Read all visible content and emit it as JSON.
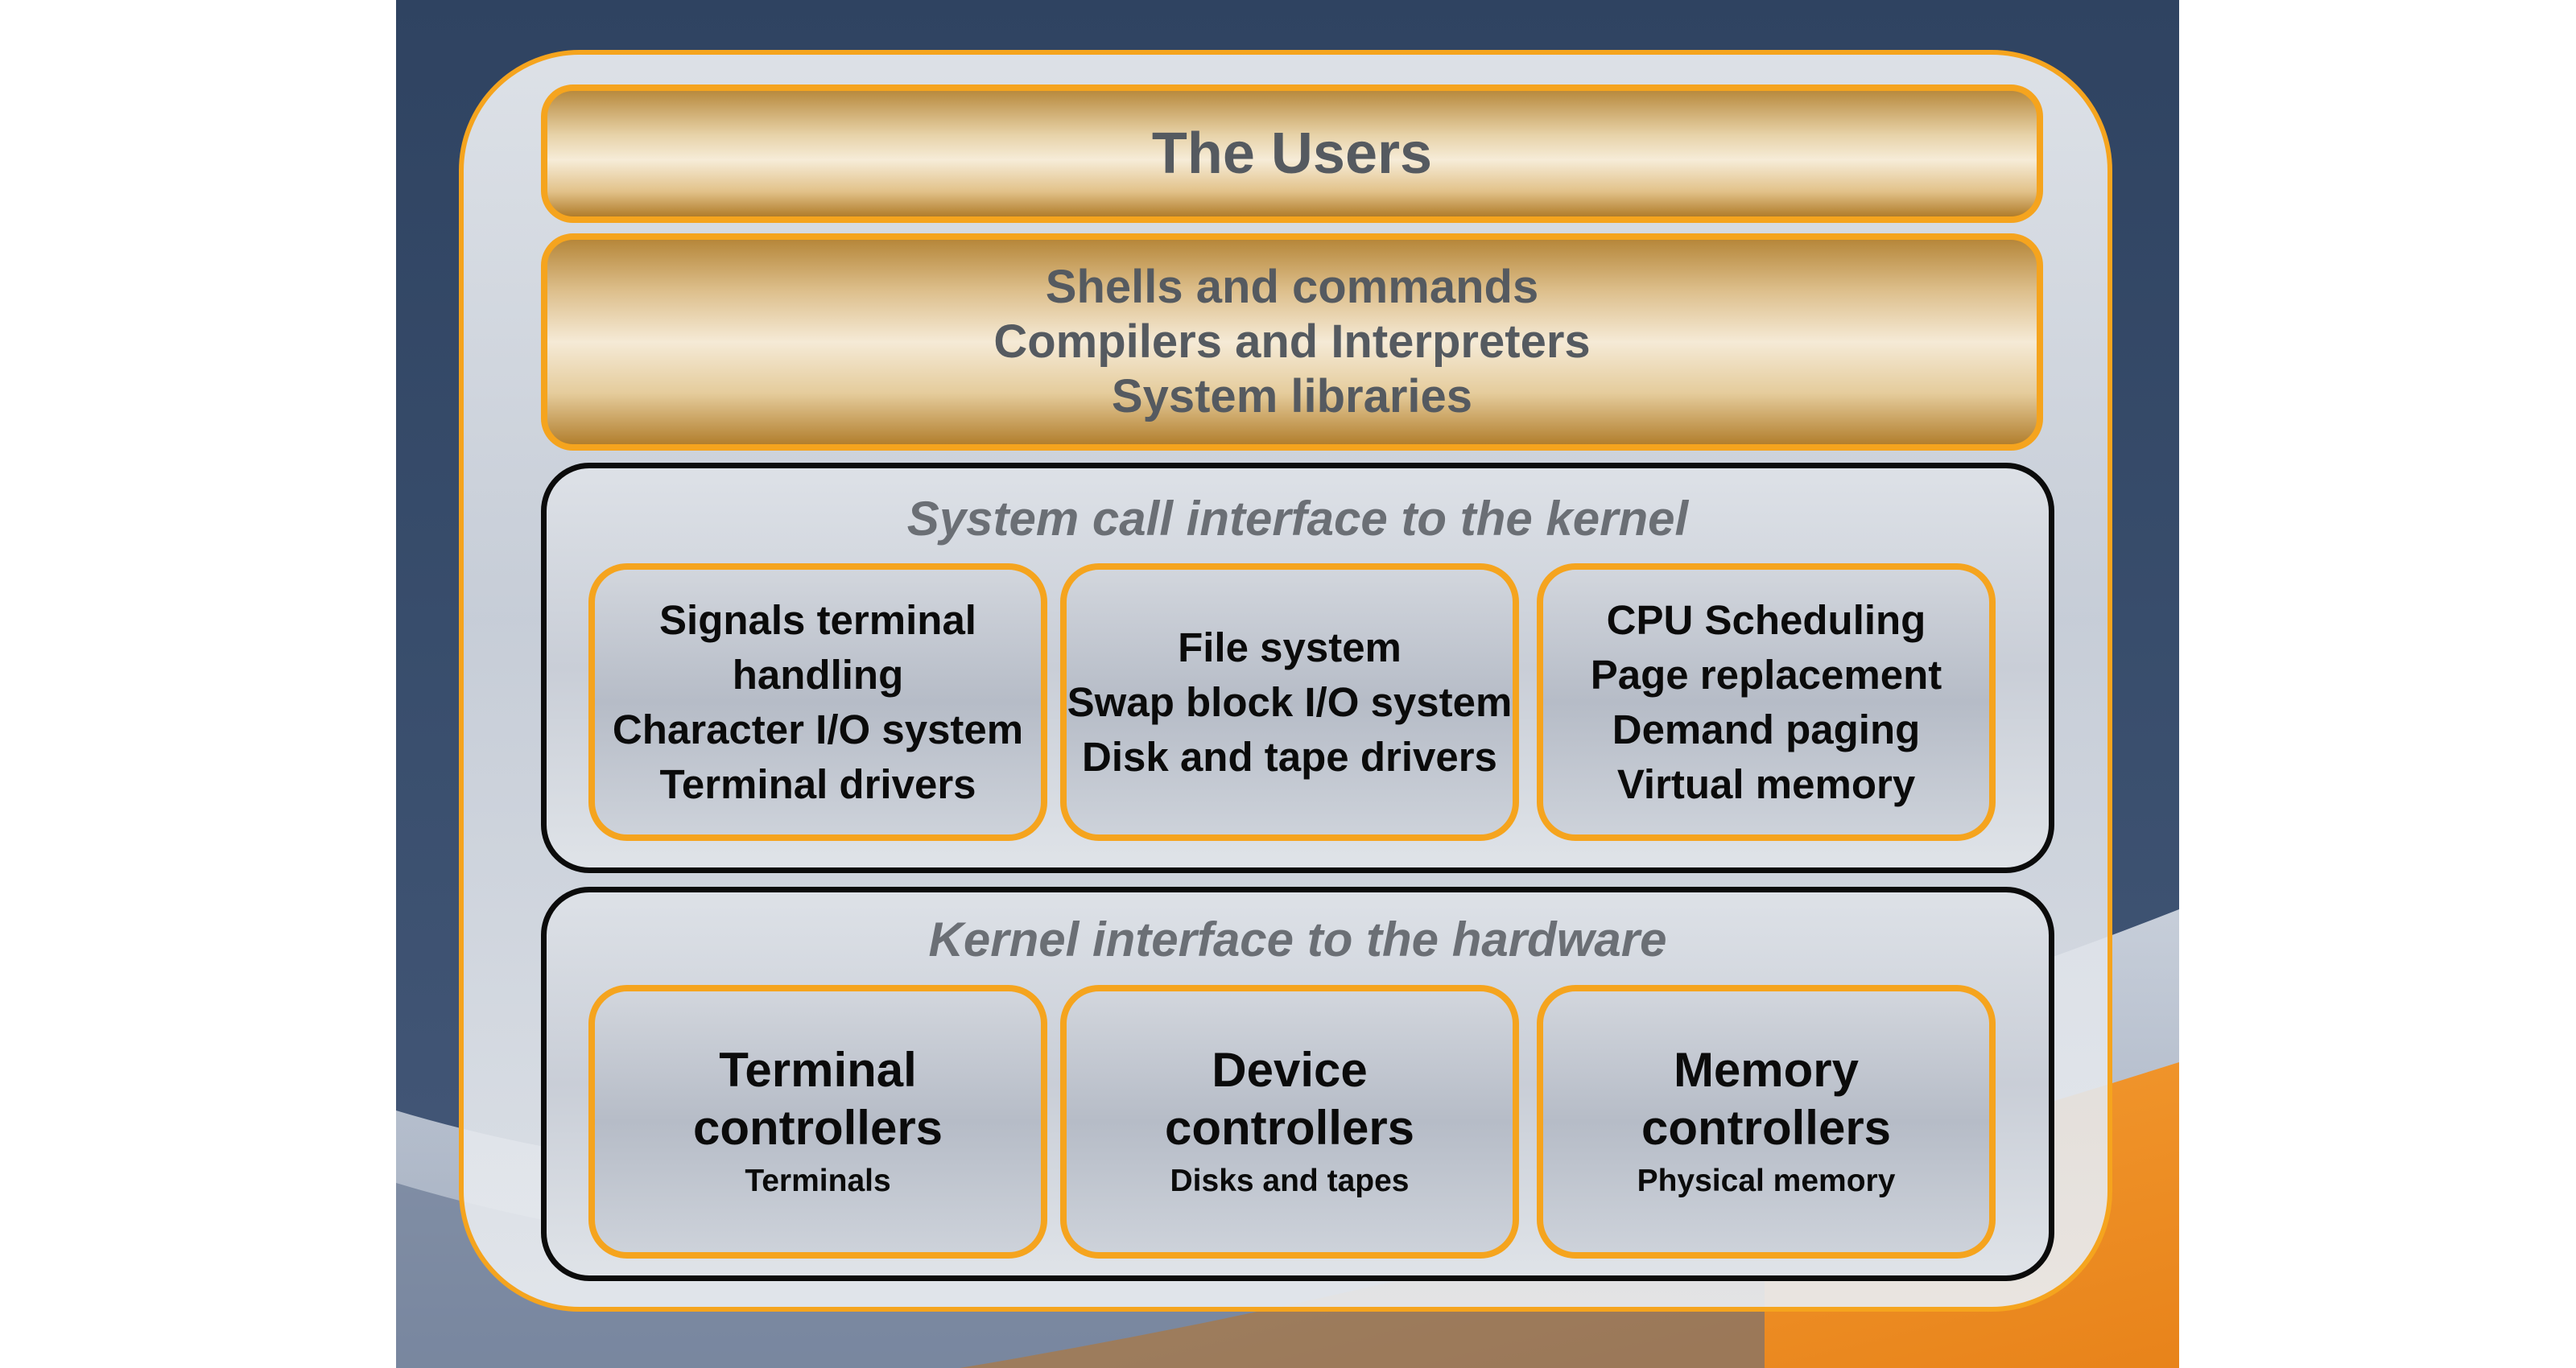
{
  "colors": {
    "frame_orange": "#f5a41e",
    "background_navy": "#2f4361",
    "section_border": "#0b0b0b",
    "title_gray": "#6b6f75",
    "band_text": "#555a60"
  },
  "users": {
    "label": "The Users"
  },
  "tools": {
    "lines": [
      "Shells and commands",
      "Compilers and Interpreters",
      "System libraries"
    ]
  },
  "syscall": {
    "title": "System call interface to the kernel",
    "boxes": [
      {
        "lines": [
          "Signals terminal",
          "handling",
          "Character I/O system",
          "Terminal drivers"
        ]
      },
      {
        "lines": [
          "File system",
          "Swap block I/O system",
          "Disk and tape drivers"
        ]
      },
      {
        "lines": [
          "CPU Scheduling",
          "Page replacement",
          "Demand paging",
          "Virtual memory"
        ]
      }
    ]
  },
  "kernel": {
    "title": "Kernel interface to the hardware",
    "boxes": [
      {
        "title_lines": [
          "Terminal",
          "controllers"
        ],
        "subtitle": "Terminals"
      },
      {
        "title_lines": [
          "Device",
          "controllers"
        ],
        "subtitle": "Disks and tapes"
      },
      {
        "title_lines": [
          "Memory",
          "controllers"
        ],
        "subtitle": "Physical memory"
      }
    ]
  }
}
